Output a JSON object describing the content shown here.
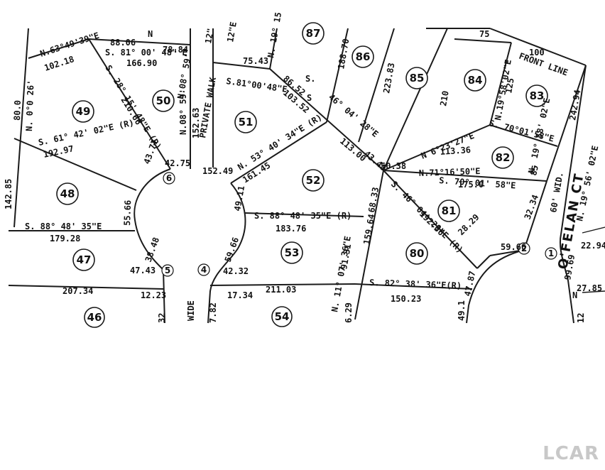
{
  "map": {
    "lots": [
      {
        "id": "lot-46",
        "label": "46"
      },
      {
        "id": "lot-47",
        "label": "47"
      },
      {
        "id": "lot-48",
        "label": "48"
      },
      {
        "id": "lot-49",
        "label": "49"
      },
      {
        "id": "lot-50",
        "label": "50"
      },
      {
        "id": "lot-51",
        "label": "51"
      },
      {
        "id": "lot-52",
        "label": "52"
      },
      {
        "id": "lot-53",
        "label": "53"
      },
      {
        "id": "lot-54",
        "label": "54"
      },
      {
        "id": "lot-80",
        "label": "80"
      },
      {
        "id": "lot-81",
        "label": "81"
      },
      {
        "id": "lot-82",
        "label": "82"
      },
      {
        "id": "lot-83",
        "label": "83"
      },
      {
        "id": "lot-84",
        "label": "84"
      },
      {
        "id": "lot-85",
        "label": "85"
      },
      {
        "id": "lot-86",
        "label": "86"
      },
      {
        "id": "lot-87",
        "label": "87"
      }
    ],
    "points": [
      "1",
      "2",
      "4",
      "5",
      "6"
    ],
    "streets": {
      "ofelan": "O'FELAN CT",
      "wide60": "60' WID.",
      "wide": "WIDE",
      "private_walk": "PRIVATE WALK",
      "front_line": "FRONT LINE"
    },
    "annotations": [
      "N.63°49'39\"E",
      "102.18",
      "88.06",
      "N",
      "78.84",
      "S. 81° 00' 48\" E",
      "166.90",
      "N.08° 59'",
      "12\"",
      "12\"E",
      "75.43",
      "N. 19° 15",
      "188.70",
      "223.83",
      "210",
      "75",
      "100",
      "N.19°58'02\"E",
      "125",
      "242.94",
      "S.81°00'48\"E",
      "103.52",
      "86.52",
      "S.",
      "46° 04' 28\"E",
      "S. 28° 15' 48\"E (R)",
      "210.66",
      "80.0",
      "N. 0°0 26'",
      "152.63",
      "N.08° 59'",
      "N. 53° 40' 34\"E (R)",
      "161.45",
      "113.00",
      "43.48",
      "50.38",
      "N 6°23'27\"E",
      "113.36",
      "S. 70°01'58\"E",
      "S. 61° 42' 02\"E (R)",
      "192.97",
      "43.77",
      "42.75",
      "152.49",
      "49.11",
      "N.71°16'50\"E",
      "S. 70° 01' 58\"E",
      "175.0",
      "N. 19° 58' 02\"E",
      "85",
      "N. 19° 56' 02\"E",
      "142.85",
      "55.66",
      "S. 88° 48' 35\"E (R)",
      "183.76",
      "S. 46° 04' 28\"E (R)",
      "192.36",
      "68.33",
      "159.64",
      "32.34",
      "S. 88° 48' 35\"E",
      "179.28",
      "38.48",
      "59.66",
      "91.31",
      "N. 11° 07' 36\"E",
      "28.29",
      "59.66",
      "22.94",
      "99.69",
      "47.43",
      "42.32",
      "207.34",
      "12.23",
      "211.03",
      "17.34",
      "S. 82° 38' 36\"E(R)",
      "150.23",
      "47.87",
      "49.1",
      "27.85",
      "7.82",
      "6.29",
      "32",
      "12",
      "S",
      "N"
    ]
  },
  "watermark": {
    "text": "LCAR"
  }
}
